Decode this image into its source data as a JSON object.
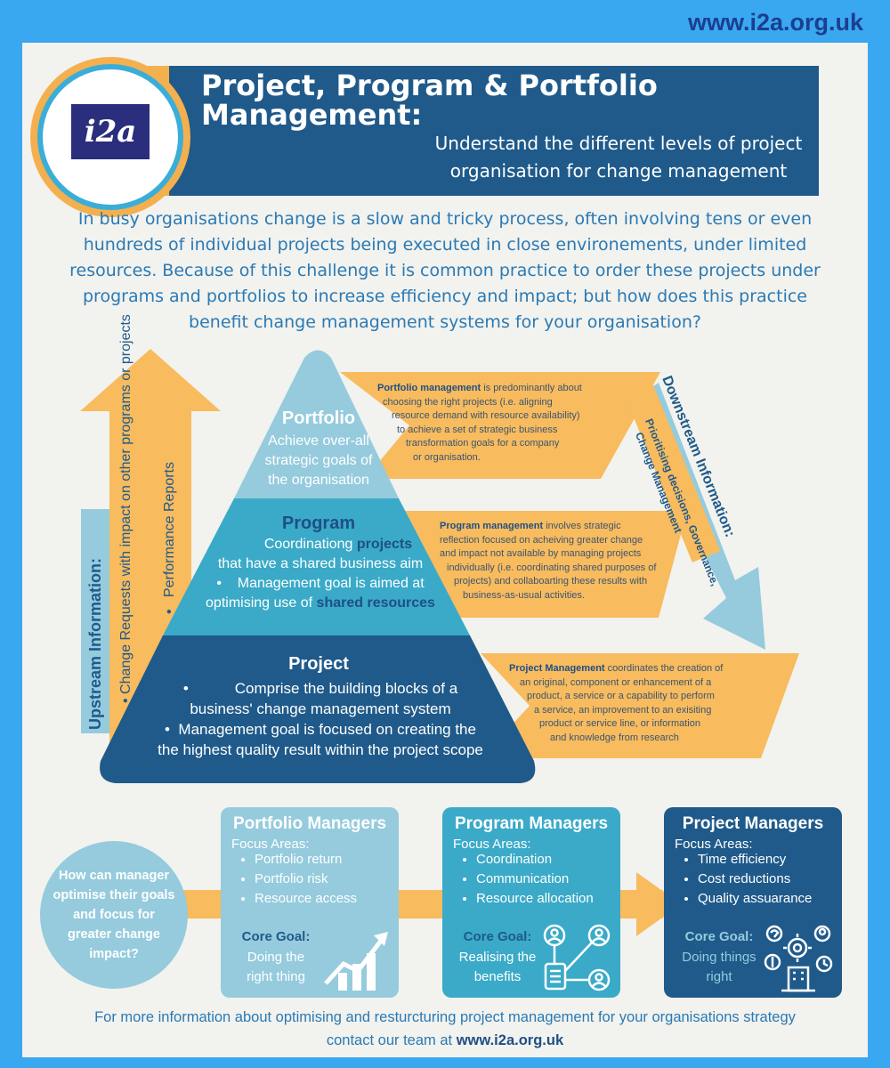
{
  "website": "www.i2a.org.uk",
  "logo_text": "i2a",
  "title_line1": "Project, Program & Portfolio",
  "title_line2": "Management:",
  "subtitle": "Understand the different levels of project organisation for change management",
  "intro": "In busy organisations change is a slow and tricky process, often involving tens or even hundreds of individual projects being executed in close environements, under limited resources. Because of this challenge it is common practice to order these projects under programs and portfolios to increase efficiency and impact; but how does this practice benefit change management systems for your organisation?",
  "upstream": {
    "label": "Upstream Information:",
    "bullet1": "Change Requests with impact on other programs or projects",
    "bullet2": "Performance Reports"
  },
  "downstream": {
    "label": "Downstream Information:",
    "detail_line1": "Prioritising decisions, Governance,",
    "detail_line2": "Change Management"
  },
  "pyramid": {
    "portfolio": {
      "title": "Portfolio",
      "line1": "Achieve over-all",
      "line2": "strategic goals of",
      "line3": "the organisation"
    },
    "program": {
      "title": "Program",
      "l1a": "Coordinationg ",
      "l1b": "projects",
      "l2": "that have a shared business aim",
      "l3": "Management goal is aimed at",
      "l4a": "optimising use of ",
      "l4b": "shared resources"
    },
    "project": {
      "title": "Project",
      "l1": "Comprise the building blocks of a",
      "l2": "business' change management system",
      "l3": "Management goal is focused on creating the",
      "l4": "the highest quality result within the project scope"
    }
  },
  "notes": {
    "portfolio": {
      "bold": "Portfolio management",
      "lines": [
        "is predominantly about",
        "choosing the right projects (i.e. aligning",
        "resource demand with resource availability)",
        "to achieve a set of strategic business",
        "transformation goals for a company",
        "or organisation."
      ]
    },
    "program": {
      "bold": "Program management",
      "lines": [
        "involves strategic",
        "reflection focused on acheiving greater change",
        "and impact not available by managing projects",
        "individually (i.e. coordinating shared purposes of",
        "projects) and collaboarting these results with",
        "business-as-usual activities."
      ]
    },
    "project": {
      "bold": "Project Management",
      "lines": [
        "coordinates the creation of",
        "an original, component or enhancement of a",
        "product, a service or a capability to perform",
        "a service, an improvement to an exisiting",
        "product or service line, or information",
        "and knowledge from research"
      ]
    }
  },
  "question": "How can manager optimise their goals and focus for greater change impact?",
  "cards": {
    "focus_label": "Focus Areas:",
    "core_label": "Core Goal:",
    "portfolio": {
      "title": "Portfolio Managers",
      "items": [
        "Portfolio return",
        "Portfolio risk",
        "Resource access"
      ],
      "core_line1": "Doing the",
      "core_line2": "right thing"
    },
    "program": {
      "title": "Program Managers",
      "items": [
        "Coordination",
        "Communication",
        "Resource allocation"
      ],
      "core_line1": "Realising the",
      "core_line2": "benefits"
    },
    "project": {
      "title": "Project Managers",
      "items": [
        "Time efficiency",
        "Cost reductions",
        "Quality assuarance"
      ],
      "core_line1": "Doing things",
      "core_line2": "right"
    }
  },
  "footer": {
    "line1": "For more information about optimising and resturcturing project management for your organisations strategy",
    "line2_prefix": "contact our team at ",
    "line2_link": "www.i2a.org.uk"
  },
  "colors": {
    "background": "#3aa8f0",
    "panel": "#f2f2ee",
    "dark_blue": "#1f5a8a",
    "orange": "#f8bb5e",
    "light_blue": "#95cbdd",
    "mid_blue": "#3aaac8",
    "text_blue": "#2a7ab5"
  }
}
